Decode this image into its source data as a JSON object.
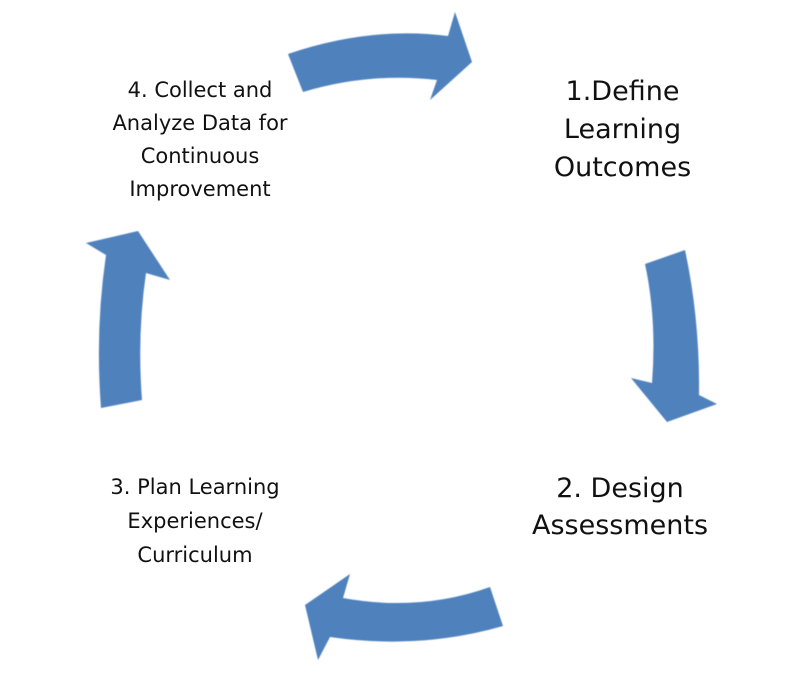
{
  "diagram": {
    "type": "cycle",
    "direction": "clockwise",
    "accent_color": "#4F81BD",
    "text_color": "#111111",
    "background_color": "#FFFFFF",
    "steps": [
      {
        "number": 1,
        "lines": [
          "1.Define",
          "Learning",
          "Outcomes"
        ],
        "position": "top-right"
      },
      {
        "number": 2,
        "lines": [
          "2. Design",
          "Assessments"
        ],
        "position": "bottom-right"
      },
      {
        "number": 3,
        "lines": [
          "3. Plan Learning",
          "Experiences/",
          "Curriculum"
        ],
        "position": "bottom-left"
      },
      {
        "number": 4,
        "lines": [
          "4. Collect and",
          "Analyze Data for",
          "Continuous",
          "Improvement"
        ],
        "position": "top-left"
      }
    ],
    "arrows": [
      {
        "name": "top-arrow",
        "from": "step-4",
        "to": "step-1",
        "pointing": "right"
      },
      {
        "name": "right-arrow",
        "from": "step-1",
        "to": "step-2",
        "pointing": "down"
      },
      {
        "name": "bottom-arrow",
        "from": "step-2",
        "to": "step-3",
        "pointing": "left"
      },
      {
        "name": "left-arrow",
        "from": "step-3",
        "to": "step-4",
        "pointing": "up"
      }
    ]
  }
}
